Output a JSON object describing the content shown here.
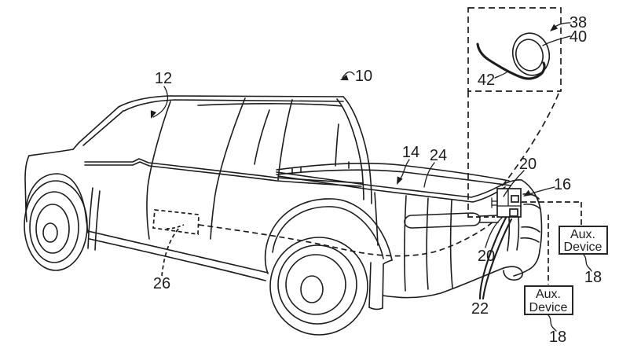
{
  "figure": {
    "kind": "patent-line-drawing",
    "ink_color": "#1c1c1c",
    "background_color": "#ffffff",
    "reference_labels": {
      "vehicle_10": "10",
      "cab_12": "12",
      "bed_14": "14",
      "rail_24": "24",
      "connector_upper_20": "20",
      "connector_lower_20": "20",
      "panel_16": "16",
      "cable_22": "22",
      "module_26": "26",
      "kit_38": "38",
      "coil_40": "40",
      "cord_42": "42",
      "aux_ref_right_18": "18",
      "aux_ref_bottom_18": "18"
    },
    "aux_device_box": {
      "line1": "Aux.",
      "line2": "Device"
    }
  }
}
